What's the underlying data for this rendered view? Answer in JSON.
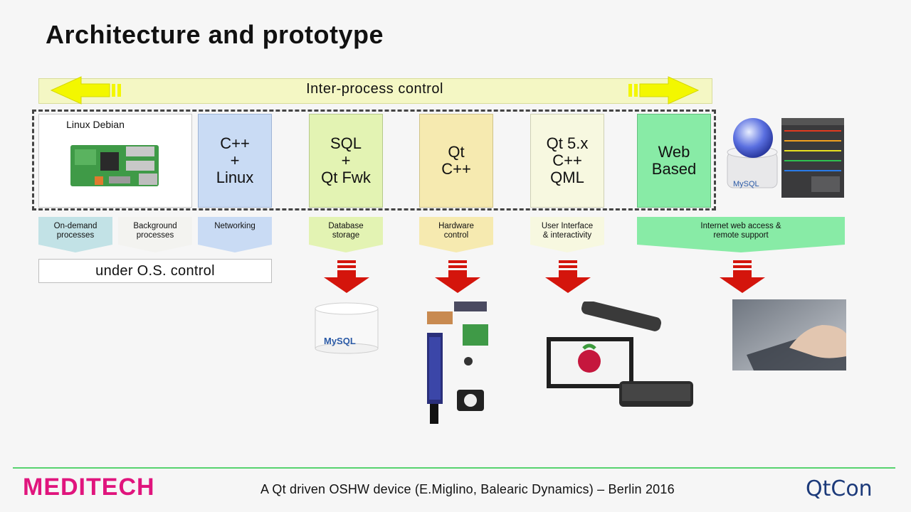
{
  "slide": {
    "title": "Architecture and prototype",
    "ipc_label": "Inter-process control"
  },
  "boxes": {
    "linux": "Linux Debian",
    "cpp_linux": "C++\n+\nLinux",
    "sql": "SQL\n+\nQt Fwk",
    "qt": "Qt\nC++",
    "qml": "Qt 5.x\nC++\nQML",
    "web": "Web\nBased"
  },
  "tags": {
    "on_demand": "On-demand\nprocesses",
    "background": "Background\nprocesses",
    "networking": "Networking",
    "database": "Database\nstorage",
    "hardware": "Hardware\ncontrol",
    "ui": "User Interface\n& interactivity",
    "internet": "Internet web access &\nremote support"
  },
  "os_control": "under O.S. control",
  "logos": {
    "mysql_small": "MySQL",
    "mysql_large": "MySQL"
  },
  "footer": {
    "brand": "MEDITECH",
    "caption": "A Qt driven OSHW device (E.Miglino, Balearic Dynamics) – Berlin 2016",
    "conference": "QtCon"
  },
  "colors": {
    "arrow_yellow": "#f3f700",
    "arrow_red": "#d4150c",
    "brand_pink": "#e0157d",
    "web_green": "#88eba6"
  }
}
